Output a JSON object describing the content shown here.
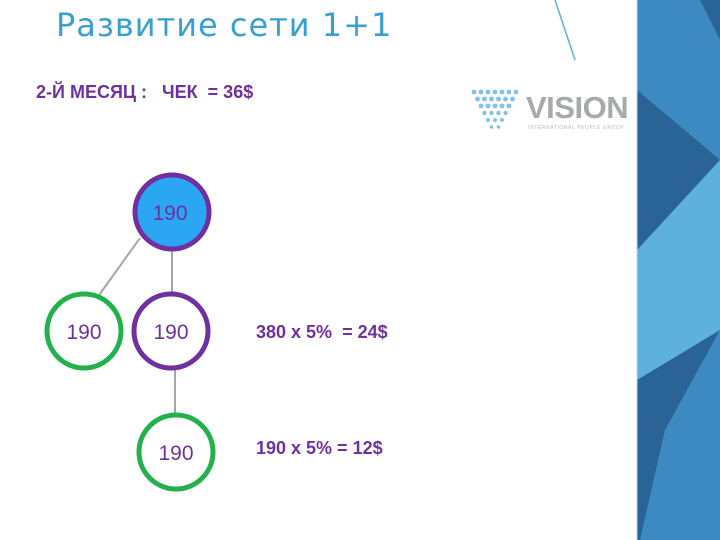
{
  "title": "Развитие сети 1+1",
  "heading": "2-Й МЕСЯЦ :   ЧЕК  = 36$",
  "logo": {
    "word": "VISION",
    "tagline": "INTERNATIONAL PEOPLE GROUP"
  },
  "nodes": [
    {
      "id": "top",
      "value": "190",
      "color": "#7030a0",
      "fill": "#2aa6f2"
    },
    {
      "id": "left",
      "value": "190",
      "color": "#7030a0",
      "ring": "#22b14c"
    },
    {
      "id": "middle",
      "value": "190",
      "color": "#7030a0",
      "ring": "#7030a0"
    },
    {
      "id": "bottom",
      "value": "190",
      "color": "#7030a0",
      "ring": "#22b14c"
    }
  ],
  "formulas": [
    {
      "id": "row1",
      "text": "380 x 5%  = 24$"
    },
    {
      "id": "row2",
      "text": "190 x 5% = 12$"
    }
  ],
  "colors": {
    "title": "#39a0d2",
    "purple": "#7030a0",
    "green": "#22b14c",
    "blue_fill": "#2aa6f2",
    "deco_dark": "#2a6496",
    "deco_mid": "#3d8ac2",
    "deco_light": "#5eb0dd"
  }
}
